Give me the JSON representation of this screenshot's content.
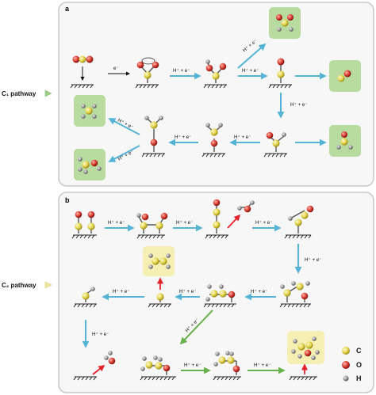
{
  "panels": {
    "a": {
      "label": "a",
      "pathway": "C₁ pathway"
    },
    "b": {
      "label": "b",
      "pathway": "C₂ pathway"
    }
  },
  "reaction_labels": {
    "electron": "e⁻",
    "proton_electron": "H⁺ + e⁻"
  },
  "legend": {
    "carbon": "C",
    "oxygen": "O",
    "hydrogen": "H"
  },
  "colors": {
    "panel_border": "#c8c8c8",
    "panel_fill": "#f7f7f7",
    "arrow_blue": "#55b4d6",
    "arrow_green": "#6ab04c",
    "arrow_red": "#e5222b",
    "product_box_green": "#b8dca0",
    "product_box_yellow": "#f6efb3",
    "atom_carbon": "#e3d34a",
    "atom_oxygen": "#d93a2f",
    "atom_hydrogen": "#9a9a9a",
    "triangle_marker_c1": "#9fd08a",
    "triangle_marker_c2": "#efe79a"
  }
}
